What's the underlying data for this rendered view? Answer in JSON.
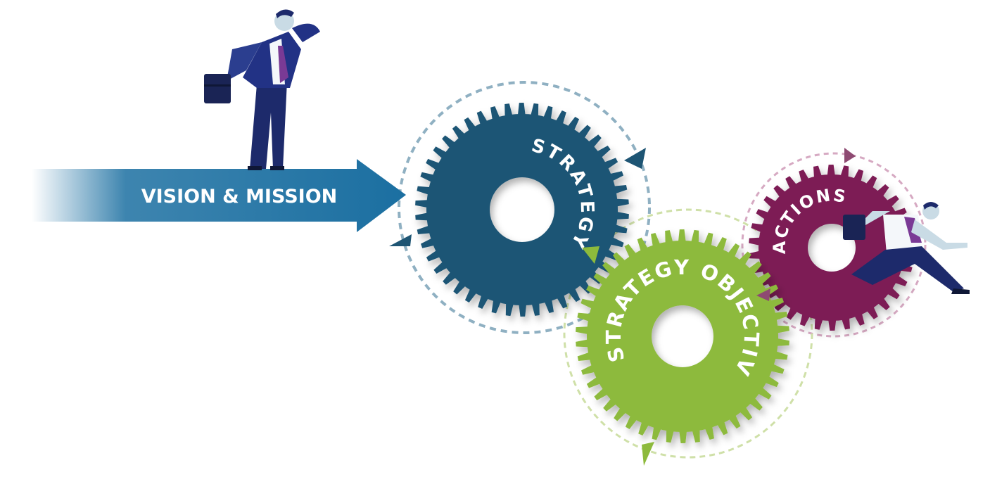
{
  "arrow": {
    "label": "VISION & MISSION",
    "color": "#1b6fa1"
  },
  "gears": [
    {
      "id": "strategy",
      "label": "STRATEGY",
      "color": "#1e5574",
      "dash_color": "#8fb0c2"
    },
    {
      "id": "objectives",
      "label": "STRATEGY OBJECTIVES",
      "color": "#8dba3c",
      "dash_color": "#cfe0a8"
    },
    {
      "id": "actions",
      "label": "ACTIONS",
      "color": "#7d1a54",
      "dash_color": "#d6a9c2"
    }
  ]
}
